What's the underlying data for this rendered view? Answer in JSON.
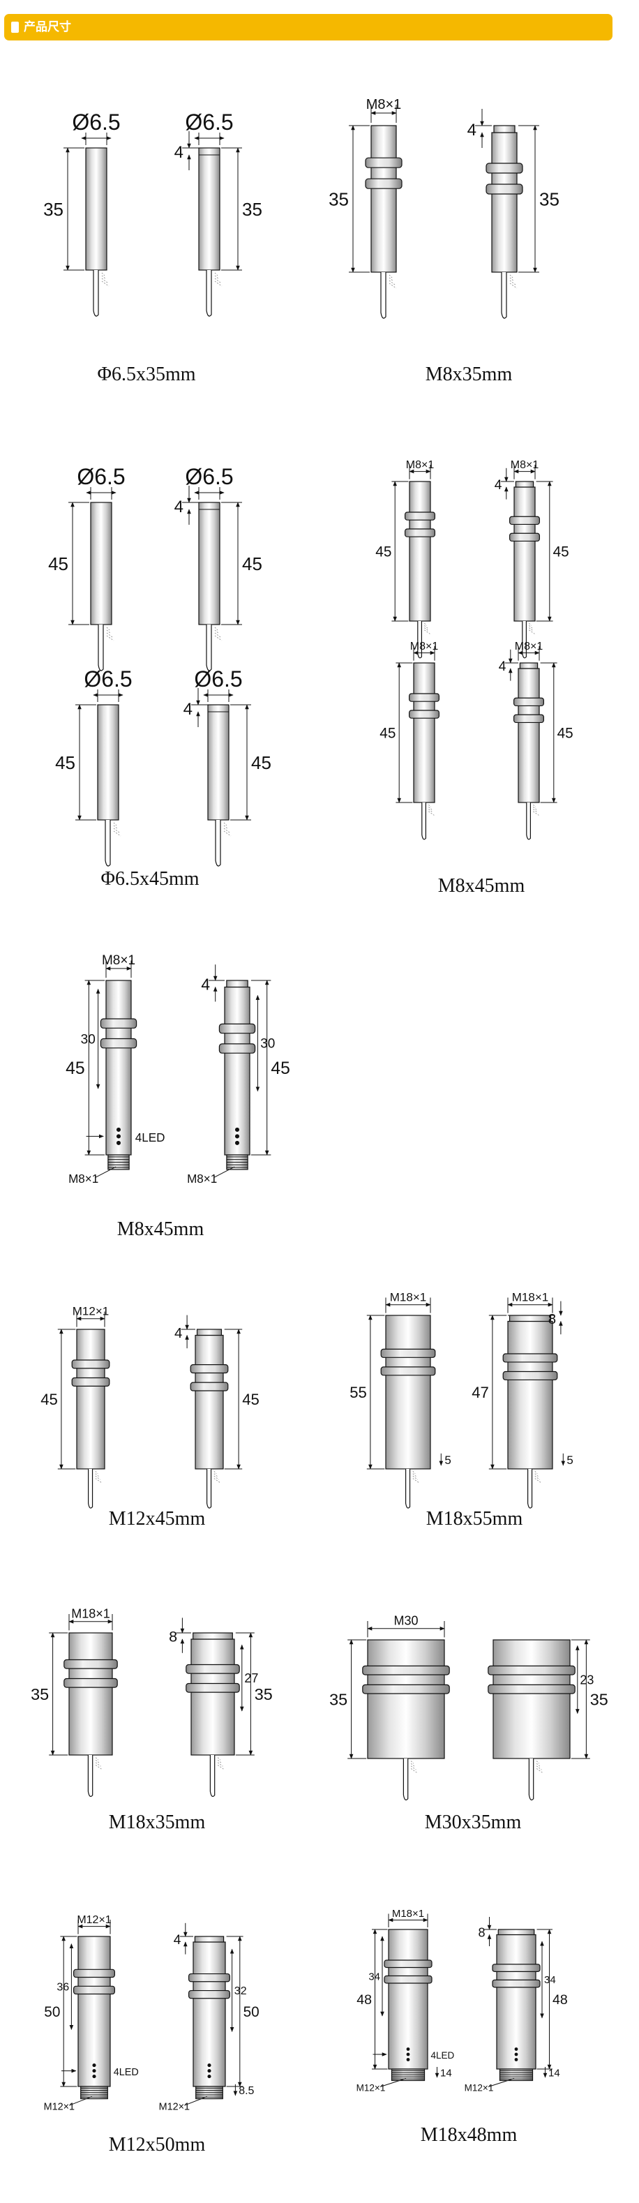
{
  "header": {
    "title": "产品尺寸",
    "color": "#f5b800"
  },
  "panels": [
    {
      "caption": "Φ6.5x35mm",
      "drawings": [
        {
          "kind": "smooth",
          "dia": "Ø6.5",
          "len": "35"
        },
        {
          "kind": "smooth",
          "dia": "Ø6.5",
          "len": "35",
          "protrude": "4"
        }
      ]
    },
    {
      "caption": "M8x35mm",
      "drawings": [
        {
          "kind": "thread",
          "size": "M8×1",
          "len": "35"
        },
        {
          "kind": "thread",
          "len": "35",
          "protrude": "4"
        }
      ]
    },
    {
      "caption": "Φ6.5x45mm",
      "drawings": [
        {
          "kind": "smooth",
          "dia": "Ø6.5",
          "len": "45"
        },
        {
          "kind": "smooth",
          "dia": "Ø6.5",
          "len": "45",
          "protrude": "4"
        },
        {
          "kind": "smooth",
          "dia": "Ø6.5",
          "len": "45"
        },
        {
          "kind": "smooth",
          "dia": "Ø6.5",
          "len": "45",
          "protrude": "4"
        }
      ]
    },
    {
      "caption": "M8x45mm",
      "drawings": [
        {
          "kind": "thread",
          "size": "M8×1",
          "len": "45"
        },
        {
          "kind": "thread",
          "size": "M8×1",
          "len": "45",
          "protrude": "4"
        },
        {
          "kind": "thread",
          "size": "M8×1",
          "len": "45"
        },
        {
          "kind": "thread",
          "size": "M8×1",
          "len": "45",
          "protrude": "4"
        }
      ]
    },
    {
      "caption": "M8x45mm",
      "drawings": [
        {
          "kind": "connector",
          "size": "M8×1",
          "len": "45",
          "thread_len": "30",
          "connector": "M8×1",
          "led": "4LED"
        },
        {
          "kind": "connector",
          "len": "45",
          "thread_len": "30",
          "connector": "M8×1",
          "protrude": "4"
        }
      ]
    },
    {
      "caption": "M12x45mm",
      "drawings": [
        {
          "kind": "thread",
          "size": "M12×1",
          "len": "45"
        },
        {
          "kind": "thread",
          "len": "45",
          "protrude": "4"
        }
      ]
    },
    {
      "caption": "M18x55mm",
      "drawings": [
        {
          "kind": "thread",
          "size": "M18×1",
          "len": "55",
          "tail": "5"
        },
        {
          "kind": "thread",
          "size": "M18×1",
          "len": "47",
          "protrude": "8",
          "tail": "5"
        }
      ]
    },
    {
      "caption": "M18x35mm",
      "drawings": [
        {
          "kind": "thread",
          "size": "M18×1",
          "len": "35"
        },
        {
          "kind": "thread",
          "len": "35",
          "thread_len": "27",
          "protrude": "8"
        }
      ]
    },
    {
      "caption": "M30x35mm",
      "drawings": [
        {
          "kind": "thread",
          "size": "M30",
          "len": "35"
        },
        {
          "kind": "thread",
          "len": "35",
          "thread_len": "23"
        }
      ]
    },
    {
      "caption": "M12x50mm",
      "drawings": [
        {
          "kind": "connector",
          "size": "M12×1",
          "len": "50",
          "thread_len": "36",
          "connector": "M12×1",
          "led": "4LED"
        },
        {
          "kind": "connector",
          "len": "50",
          "thread_len": "32",
          "connector": "M12×1",
          "protrude": "4",
          "tail": "8.5"
        }
      ]
    },
    {
      "caption": "M18x48mm",
      "drawings": [
        {
          "kind": "connector",
          "size": "M18×1",
          "len": "48",
          "thread_len": "34",
          "connector": "M12×1",
          "led": "4LED",
          "tail": "14"
        },
        {
          "kind": "connector",
          "len": "48",
          "thread_len": "34",
          "connector": "M12×1",
          "protrude": "8",
          "tail": "14"
        }
      ]
    }
  ]
}
